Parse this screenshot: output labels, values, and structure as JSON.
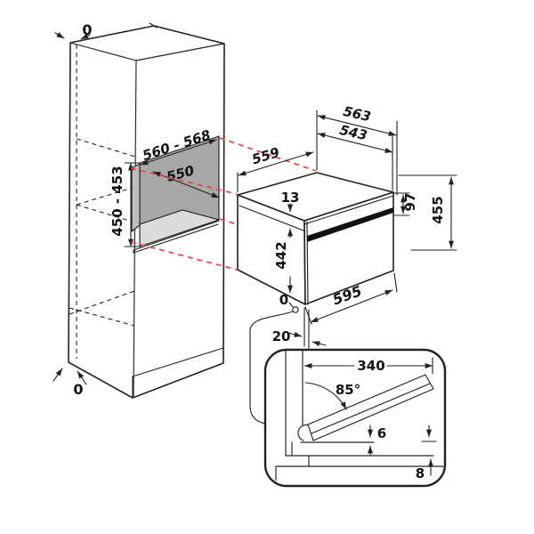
{
  "title": "built-in-oven-installation-diagram",
  "colors": {
    "line": "#222222",
    "projection_red": "#e8463f",
    "niche_back": "#a8a8a8",
    "niche_floor": "#dcdcdc",
    "niche_side_wall": "#bdbdbd",
    "door_band": "#111111",
    "paper": "#ffffff"
  },
  "diagram": {
    "cabinet_dims": {
      "top_zero": "0",
      "niche_width": "560 - 568",
      "niche_depth": "550",
      "niche_height": "450 - 453",
      "bottom_zero": "0"
    },
    "oven_dims": {
      "back_width": "559",
      "depth_total": "563",
      "depth_body": "543",
      "top_gap": "13",
      "panel_height": "97",
      "total_height": "455",
      "door_height": "442",
      "front_zero": "0",
      "front_width": "595",
      "frame_depth": "20"
    },
    "door_detail_dims": {
      "door_width": "340",
      "open_angle": "85°",
      "gap_door": "6",
      "gap_plinth": "8"
    }
  }
}
